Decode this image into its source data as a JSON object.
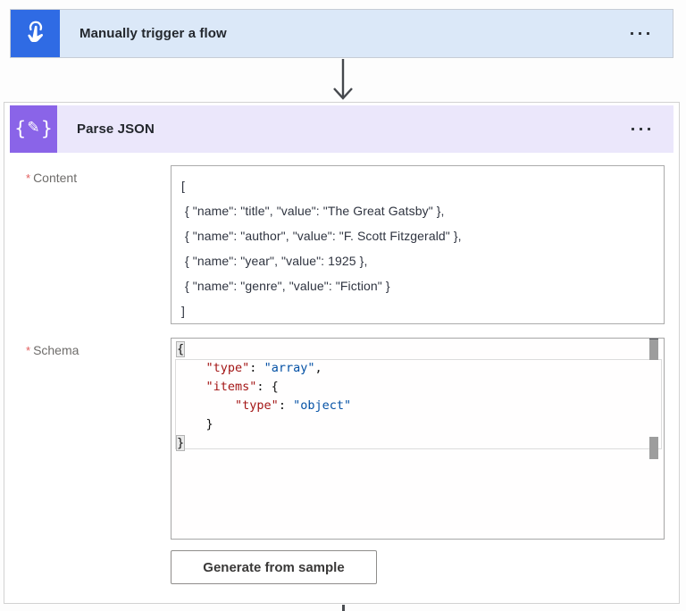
{
  "trigger_card": {
    "title": "Manually trigger a flow",
    "icon": "hand-tap-icon",
    "accent_color": "#2f6be4",
    "header_bg": "#dbe8f8"
  },
  "action_card": {
    "title": "Parse JSON",
    "icon": "braces-pencil-icon",
    "accent_color": "#8a64e8",
    "header_bg": "#ebe7fb",
    "icon_glyphs": {
      "open_brace": "{",
      "pencil": "✎",
      "close_brace": "}"
    },
    "content_field": {
      "required_marker": "*",
      "label": "Content",
      "lines": [
        "[",
        " { \"name\": \"title\", \"value\": \"The Great Gatsby\" },",
        " { \"name\": \"author\", \"value\": \"F. Scott Fitzgerald\" },",
        " { \"name\": \"year\", \"value\": 1925 },",
        " { \"name\": \"genre\", \"value\": \"Fiction\" }",
        "]"
      ]
    },
    "schema_field": {
      "required_marker": "*",
      "label": "Schema",
      "syntax_colors": {
        "key": "#a31515",
        "value": "#0451a5",
        "punctuation": "#111111"
      },
      "lines": [
        [
          {
            "c": "hl",
            "t": "{"
          }
        ],
        [
          {
            "c": "plain",
            "t": "    "
          },
          {
            "c": "key",
            "t": "\"type\""
          },
          {
            "c": "plain",
            "t": ": "
          },
          {
            "c": "val",
            "t": "\"array\""
          },
          {
            "c": "plain",
            "t": ","
          }
        ],
        [
          {
            "c": "plain",
            "t": "    "
          },
          {
            "c": "key",
            "t": "\"items\""
          },
          {
            "c": "plain",
            "t": ": {"
          }
        ],
        [
          {
            "c": "plain",
            "t": "        "
          },
          {
            "c": "key",
            "t": "\"type\""
          },
          {
            "c": "plain",
            "t": ": "
          },
          {
            "c": "val",
            "t": "\"object\""
          }
        ],
        [
          {
            "c": "plain",
            "t": "    }"
          }
        ],
        [
          {
            "c": "hl",
            "t": "}"
          }
        ]
      ]
    },
    "generate_button_label": "Generate from sample"
  }
}
